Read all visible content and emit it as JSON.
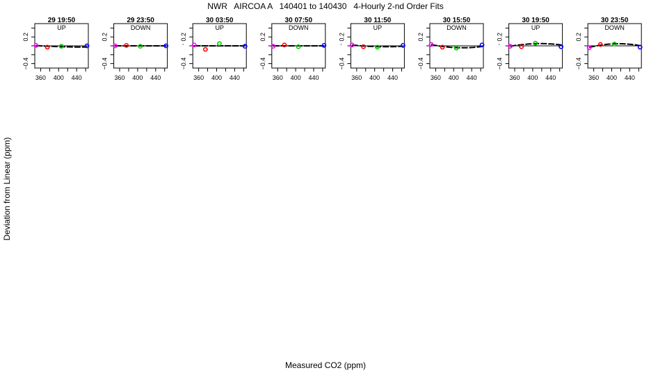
{
  "chart_data": {
    "type": "scatter",
    "title": "NWR   AIRCOA A   140401 to 140430   4-Hourly 2-nd Order Fits",
    "xlabel": "Measured CO2 (ppm)",
    "ylabel": "Deviation from Linear (ppm)",
    "xlim": [
      347,
      466
    ],
    "ylim": [
      -0.5,
      0.5
    ],
    "xticks": [
      360,
      380,
      400,
      420,
      440,
      460
    ],
    "xtick_labels": [
      "360",
      "400",
      "440"
    ],
    "yticks": [
      -0.4,
      -0.2,
      0.0,
      0.2,
      0.4
    ],
    "ytick_labels": [
      "-0.4",
      "0.2"
    ],
    "grid": false,
    "point_colors": [
      "#ff00ff",
      "#ff0000",
      "#00cc00",
      "#0000ff"
    ],
    "point_x": [
      350,
      375,
      406,
      463
    ],
    "panels": [
      {
        "title": "29 19:50",
        "direction": "UP",
        "y": [
          0.01,
          -0.03,
          -0.01,
          0.0
        ],
        "fit": [
          0.005,
          -0.0006,
          2.8e-06
        ]
      },
      {
        "title": "29 23:50",
        "direction": "DOWN",
        "y": [
          0.0,
          0.01,
          -0.01,
          0.0
        ],
        "fit": [
          0.0,
          0.0,
          0.0
        ]
      },
      {
        "title": "30 03:50",
        "direction": "UP",
        "y": [
          0.02,
          -0.08,
          0.05,
          -0.01
        ],
        "fit": [
          0.0,
          0.0,
          0.0
        ]
      },
      {
        "title": "30 07:50",
        "direction": "DOWN",
        "y": [
          -0.01,
          0.02,
          -0.02,
          0.01
        ],
        "fit": [
          0.0,
          0.0,
          0.0
        ]
      },
      {
        "title": "30 11:50",
        "direction": "UP",
        "y": [
          0.02,
          -0.02,
          -0.03,
          0.01
        ],
        "fit": [
          0.02,
          -0.0011,
          7.5e-06
        ]
      },
      {
        "title": "30 15:50",
        "direction": "DOWN",
        "y": [
          0.03,
          -0.03,
          -0.05,
          0.02
        ],
        "fit": [
          0.03,
          -0.0021,
          1.5e-05
        ]
      },
      {
        "title": "30 19:50",
        "direction": "UP",
        "y": [
          -0.01,
          -0.02,
          0.06,
          -0.02
        ],
        "fit": [
          -0.01,
          0.0018,
          -1.35e-05
        ]
      },
      {
        "title": "30 23:50",
        "direction": "DOWN",
        "y": [
          -0.04,
          0.03,
          0.04,
          -0.03
        ],
        "fit": [
          -0.035,
          0.0025,
          -1.9e-05
        ]
      }
    ]
  }
}
